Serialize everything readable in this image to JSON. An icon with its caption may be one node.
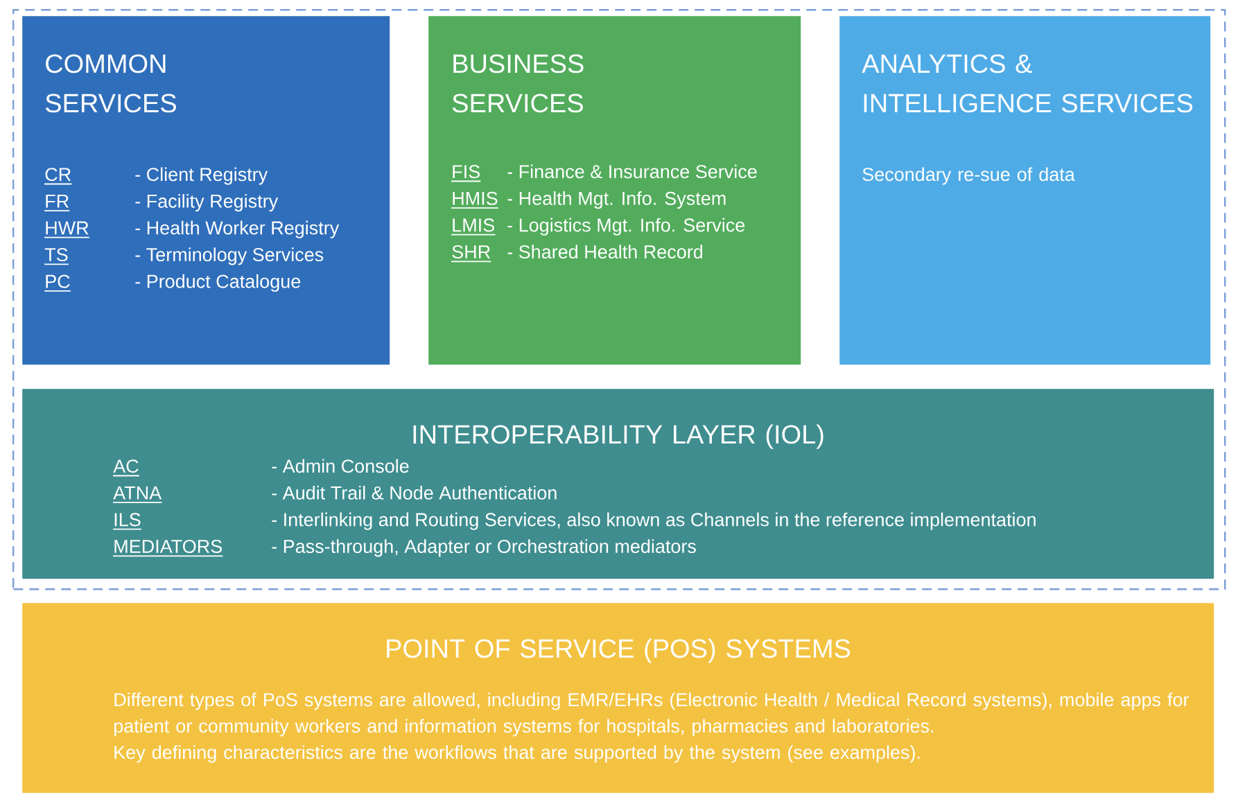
{
  "diagram": {
    "nodes": [
      {
        "text": [],
        "shape": "box"
      },
      {
        "text": [
          "COMMON SERVICES",
          "CR",
          "- Client Registry",
          "FR",
          "- Facility Registry",
          "HWR",
          "- Health Worker Registry",
          "TS",
          "- Terminology Services",
          "PC",
          "- Product Catalogue"
        ],
        "in": 0
      },
      {
        "text": [
          "BUSINESS SERVICES",
          "FIS",
          "- Finance & Insurance Service",
          "HMIS",
          "- Health Mgt. Info. System",
          "LMIS",
          "- Logistics Mgt. Info. Service",
          "SHR",
          "- Shared Health Record"
        ],
        "in": 0
      },
      {
        "text": [
          "ANALYTICS & INTELLIGENCE SERVICES",
          "Secondary re-sue of data"
        ],
        "in": 0
      },
      {
        "text": [
          "INTEROPERABILITY LAYER (IOL)",
          "AC",
          "- Admin Console",
          "ATNA",
          "- Audit Trail & Node Authentication",
          "ILS",
          "- Interlinking and Routing Services, also known as Channels in the reference implementation",
          "MEDIATORS",
          "- Pass-through, Adapter or Orchestration mediators"
        ],
        "in": 0
      },
      {
        "text": [
          "POINT OF SERVICE (POS) SYSTEMS",
          "Different types of PoS systems are allowed, including EMR/EHRs (Electronic Health / Medical Record systems), mobile apps for patient or community workers and information systems for hospitals, pharmacies and laboratories.",
          "Key defining characteristics are the workflows that are supported by the system (see examples)."
        ]
      }
    ]
  }
}
